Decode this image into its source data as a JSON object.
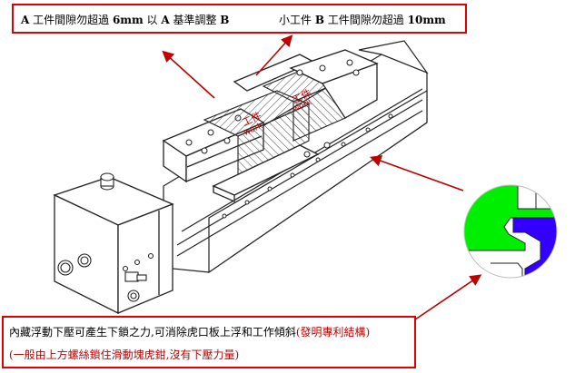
{
  "top_note": {
    "left": {
      "prefix": "A",
      "mid1": " 工件間隙勿超過 ",
      "size": "6mm",
      "mid2": " 以 ",
      "prefix2": "A",
      "mid3": " 基準調整 ",
      "suffix": "B"
    },
    "right": {
      "mid1": "小工件 ",
      "prefix": "B",
      "mid2": " 工件間隙勿超過 ",
      "size": "10mm"
    }
  },
  "workpieces": [
    {
      "cn": "工件",
      "en": "work"
    },
    {
      "cn": "工件",
      "en": "work"
    }
  ],
  "bottom_note": {
    "line1": "內藏浮動下壓可產生下鎖之力,可消除虎口板上浮和工作傾斜",
    "line1_red": "(發明專利結構)",
    "line2": "(一般由上方螺絲鎖住滑動塊虎鉗,沒有下壓力量)"
  },
  "colors": {
    "callout_border": "#e00000",
    "annotation_red": "#c00000",
    "arrow": "#c00000",
    "jaw_green": "#00ee00",
    "jaw_blue": "#3300ff",
    "hatch": "#444444"
  }
}
